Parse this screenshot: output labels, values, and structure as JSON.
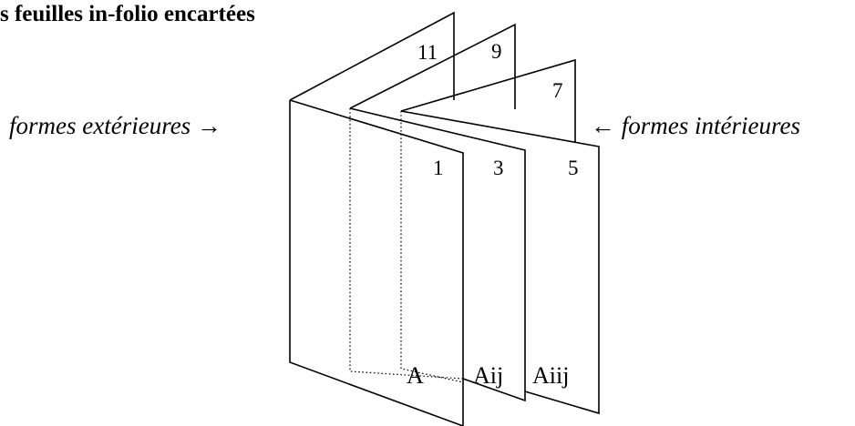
{
  "title": "s feuilles in-folio encartées",
  "labels": {
    "outer": "formes extérieures",
    "inner": "formes intérieures",
    "outer_arrow": "→",
    "inner_arrow": "←"
  },
  "page_numbers": {
    "p1": "1",
    "p3": "3",
    "p5": "5",
    "p7": "7",
    "p9": "9",
    "p11": "11"
  },
  "signatures": {
    "s1": "A",
    "s2": "Aij",
    "s3": "Aiij"
  }
}
